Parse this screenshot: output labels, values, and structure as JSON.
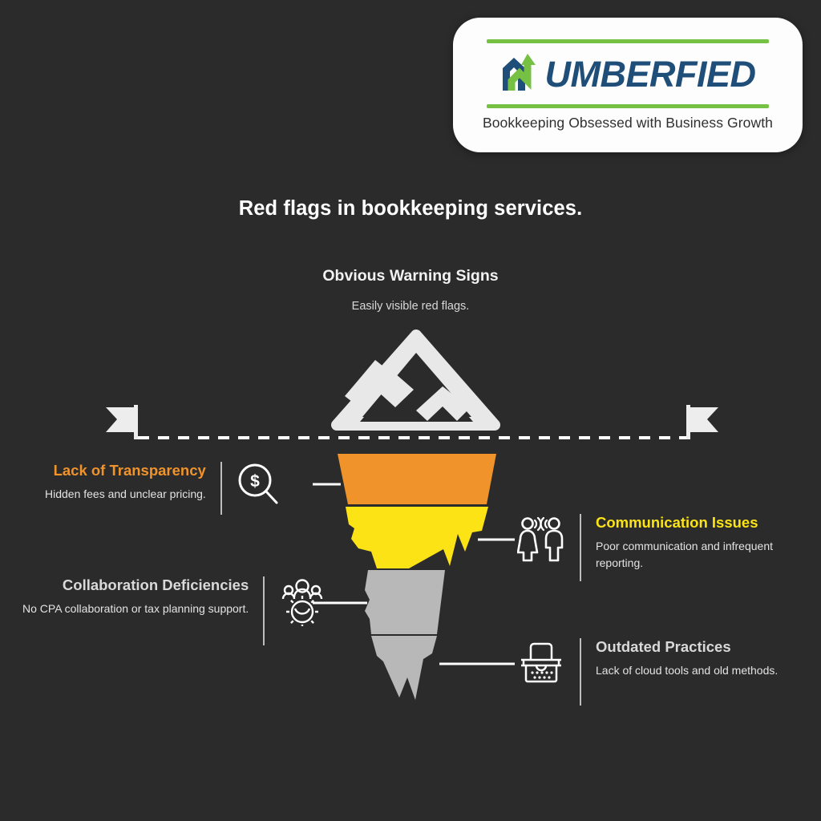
{
  "background_color": "#2b2b2b",
  "logo": {
    "name": "NUMBERFIED",
    "wordmark_suffix": "UMBERFIED",
    "tagline": "Bookkeeping Obsessed with Business Growth",
    "brand_blue": "#1f4e79",
    "brand_green": "#76c043"
  },
  "headings": {
    "title": "Red flags in bookkeeping services.",
    "section_title": "Obvious Warning Signs",
    "section_desc": "Easily visible red flags."
  },
  "waterline": {
    "style": "dashed",
    "left_flag_icon": "flag-icon",
    "right_flag_icon": "flag-icon",
    "color": "#ffffff"
  },
  "iceberg": {
    "tip_icon": "mountain-icon",
    "tip_color": "#e8e8e8",
    "segments": [
      {
        "id": "transparency",
        "color": "#f0932b",
        "label": "Lack of Transparency"
      },
      {
        "id": "communication",
        "color": "#fbe315",
        "label": "Communication Issues"
      },
      {
        "id": "collaboration",
        "color": "#b8b8b8",
        "label": "Collaboration Deficiencies"
      },
      {
        "id": "outdated",
        "color": "#b8b8b8",
        "label": "Outdated Practices"
      }
    ]
  },
  "callouts": [
    {
      "id": "transparency",
      "side": "left",
      "icon": "magnifier-dollar-icon",
      "title": "Lack of Transparency",
      "title_color": "#f0932b",
      "desc": "Hidden fees and unclear pricing."
    },
    {
      "id": "communication",
      "side": "right",
      "icon": "two-people-talking-icon",
      "title": "Communication Issues",
      "title_color": "#fbe315",
      "desc": "Poor communication and infrequent reporting."
    },
    {
      "id": "collaboration",
      "side": "left",
      "icon": "team-gear-icon",
      "title": "Collaboration Deficiencies",
      "title_color": "#d9d9d9",
      "desc": "No CPA collaboration or tax planning support."
    },
    {
      "id": "outdated",
      "side": "right",
      "icon": "typewriter-icon",
      "title": "Outdated Practices",
      "title_color": "#d9d9d9",
      "desc": "Lack of cloud tools and old methods."
    }
  ]
}
